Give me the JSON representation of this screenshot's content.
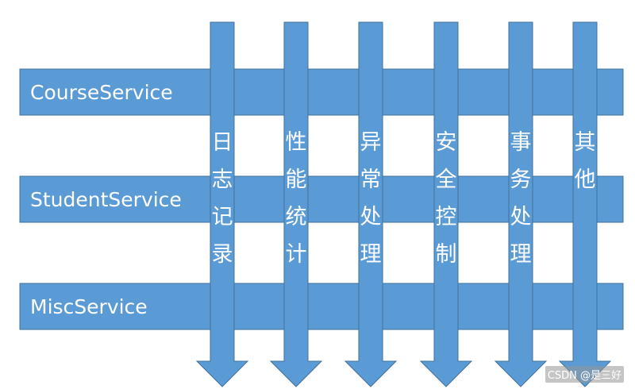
{
  "colors": {
    "fill": "#5b9bd5",
    "stroke": "#41719c",
    "text": "#ffffff"
  },
  "services": [
    {
      "label": "CourseService"
    },
    {
      "label": "StudentService"
    },
    {
      "label": "MiscService"
    }
  ],
  "concerns": [
    {
      "label": "日志记录"
    },
    {
      "label": "性能统计"
    },
    {
      "label": "异常处理"
    },
    {
      "label": "安全控制"
    },
    {
      "label": "事务处理"
    },
    {
      "label": "其他"
    }
  ],
  "watermark": "CSDN @是三好"
}
